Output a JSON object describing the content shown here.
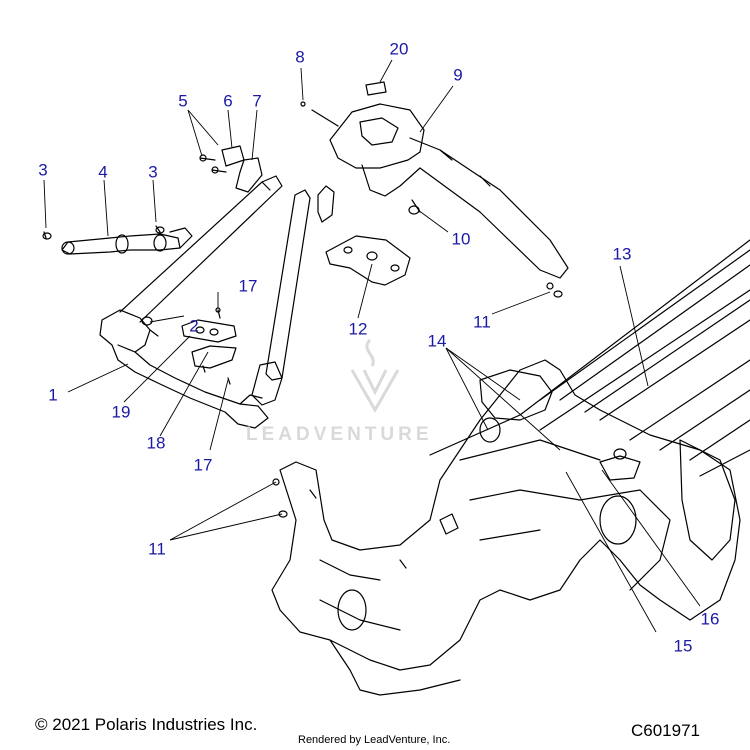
{
  "callouts": {
    "c1": "1",
    "c2": "2",
    "c3a": "3",
    "c3b": "3",
    "c4": "4",
    "c5": "5",
    "c6": "6",
    "c7": "7",
    "c8": "8",
    "c9": "9",
    "c10": "10",
    "c11a": "11",
    "c11b": "11",
    "c12": "12",
    "c13": "13",
    "c14": "14",
    "c15": "15",
    "c16": "16",
    "c17a": "17",
    "c17b": "17",
    "c18": "18",
    "c19": "19",
    "c20": "20"
  },
  "footer": {
    "copyright": "© 2021 Polaris Industries Inc.",
    "diagram_code": "C601971",
    "rendered_by": "Rendered by LeadVenture, Inc."
  },
  "watermark": {
    "text": "LEADVENTURE"
  },
  "colors": {
    "callout": "#1a1aa6",
    "line": "#000000",
    "watermark": "#d9d9d9"
  }
}
